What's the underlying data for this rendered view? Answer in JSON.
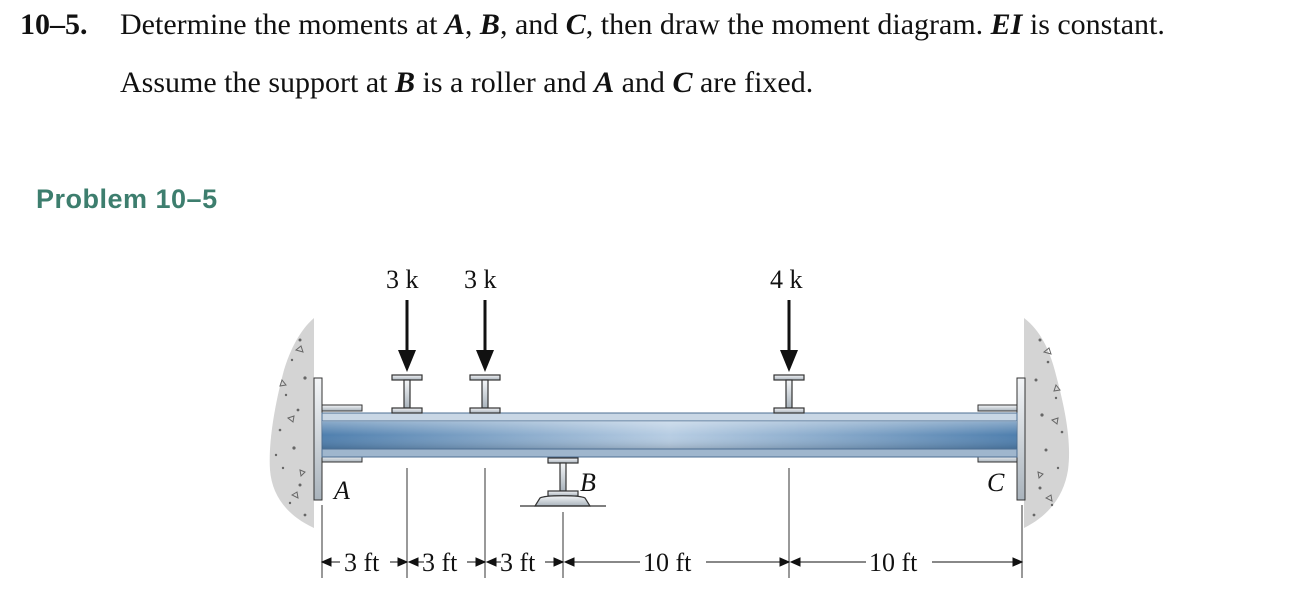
{
  "problem": {
    "number": "10–5.",
    "text1_a": "Determine the moments at ",
    "pA": "A",
    "comma1": ", ",
    "pB": "B",
    "text1_c": ", and ",
    "pC": "C",
    "text1_d": ", then draw the moment diagram. ",
    "EI": "EI",
    "text1_e": " is constant.",
    "text2_a": "Assume the support at ",
    "text2_B": "B",
    "text2_b": " is a roller and ",
    "text2_A": "A",
    "text2_c": " and ",
    "text2_C": "C",
    "text2_d": " are fixed."
  },
  "figure_label": "Problem 10–5",
  "loads": [
    {
      "label": "3 k"
    },
    {
      "label": "3 k"
    },
    {
      "label": "4 k"
    }
  ],
  "supports": {
    "A": "A",
    "B": "B",
    "C": "C"
  },
  "dimensions": [
    "3 ft",
    "3 ft",
    "3 ft",
    "10 ft",
    "10 ft"
  ],
  "colors": {
    "beam": "#8fb3d6",
    "beam_edge": "#4d6f93",
    "title_green": "#3d7e6e",
    "wall": "#cfcfcf"
  }
}
